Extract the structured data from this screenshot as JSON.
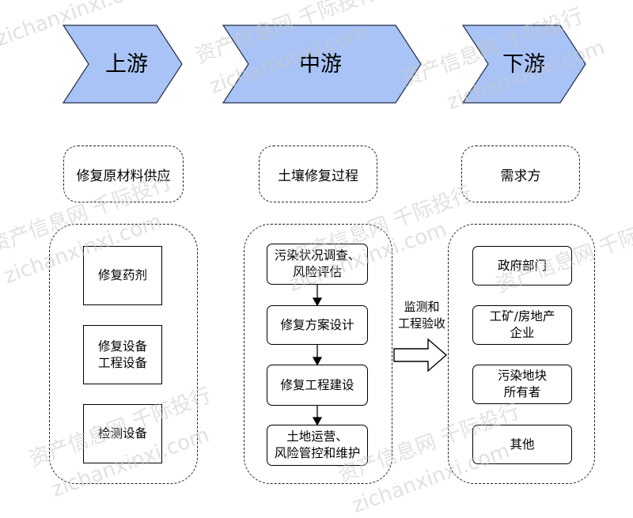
{
  "upstream": {
    "title": "上游",
    "header": "修复原材料供应",
    "items": [
      "修复药剂",
      "修复设备\n工程设备",
      "检测设备"
    ]
  },
  "midstream": {
    "title": "中游",
    "header": "土壤修复过程",
    "items": [
      "污染状况调查、\n风险评估",
      "修复方案设计",
      "修复工程建设",
      "土地运营、\n风险管控和维护"
    ]
  },
  "downstream": {
    "title": "下游",
    "header": "需求方",
    "items": [
      "政府部门",
      "工矿/房地产\n企业",
      "污染地块\n所有者",
      "其他"
    ]
  },
  "connector_label": "监测和\n工程验收",
  "watermark": [
    "资产信息网 千际投行",
    "zichanxinxi.com"
  ],
  "colors": {
    "chevron_fill": "#a9c3f6",
    "chevron_stroke": "#1f2d4a"
  }
}
